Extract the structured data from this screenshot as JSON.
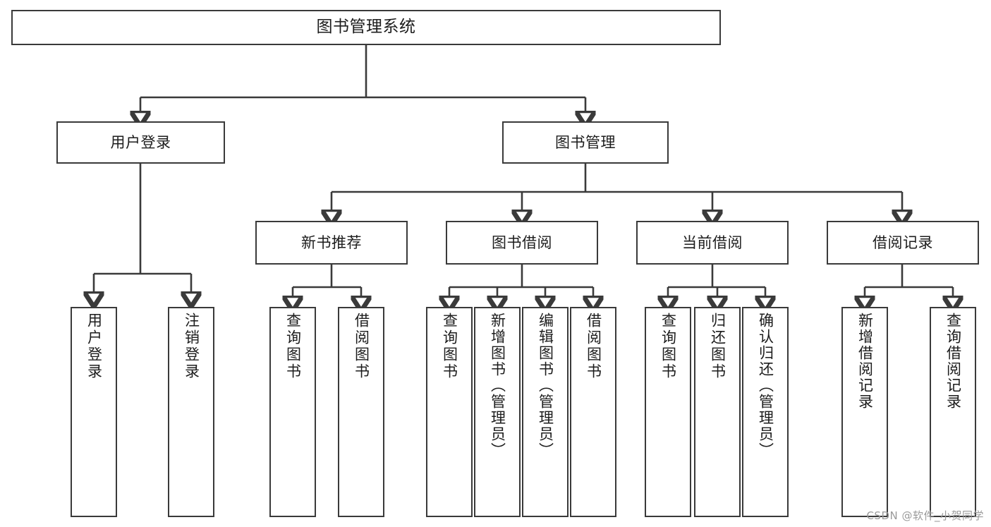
{
  "diagram": {
    "title": "图书管理系统",
    "watermark": "CSDN @软件_小贺同学",
    "line_color": "#3a3a3a",
    "box_fill": "#ffffff",
    "text_color": "#1c1c1c",
    "root": {
      "label": "图书管理系统"
    },
    "level2": [
      {
        "label": "用户登录"
      },
      {
        "label": "图书管理"
      }
    ],
    "level3": [
      {
        "label": "新书推荐"
      },
      {
        "label": "图书借阅"
      },
      {
        "label": "当前借阅"
      },
      {
        "label": "借阅记录"
      }
    ],
    "leaves": {
      "user_login": [
        {
          "label": "用户登录"
        },
        {
          "label": "注销登录"
        }
      ],
      "new_book": [
        {
          "label": "查询图书"
        },
        {
          "label": "借阅图书"
        }
      ],
      "book_borrow": [
        {
          "label": "查询图书"
        },
        {
          "label": "新增图书（管理员）"
        },
        {
          "label": "编辑图书（管理员）"
        },
        {
          "label": "借阅图书"
        }
      ],
      "current_borrow": [
        {
          "label": "查询图书"
        },
        {
          "label": "归还图书"
        },
        {
          "label": "确认归还（管理员）"
        }
      ],
      "borrow_record": [
        {
          "label": "新增借阅记录"
        },
        {
          "label": "查询借阅记录"
        }
      ]
    }
  },
  "chart_data": {
    "type": "table",
    "title": "图书管理系统 功能结构图",
    "nodes": [
      {
        "id": "root",
        "label": "图书管理系统",
        "level": 1,
        "parent": null
      },
      {
        "id": "n-user-login",
        "label": "用户登录",
        "level": 2,
        "parent": "root"
      },
      {
        "id": "n-book-mgmt",
        "label": "图书管理",
        "level": 2,
        "parent": "root"
      },
      {
        "id": "n-new-book",
        "label": "新书推荐",
        "level": 3,
        "parent": "n-book-mgmt"
      },
      {
        "id": "n-book-borrow",
        "label": "图书借阅",
        "level": 3,
        "parent": "n-book-mgmt"
      },
      {
        "id": "n-current-borrow",
        "label": "当前借阅",
        "level": 3,
        "parent": "n-book-mgmt"
      },
      {
        "id": "n-borrow-record",
        "label": "借阅记录",
        "level": 3,
        "parent": "n-book-mgmt"
      },
      {
        "id": "l1",
        "label": "用户登录",
        "level": 4,
        "parent": "n-user-login"
      },
      {
        "id": "l2",
        "label": "注销登录",
        "level": 4,
        "parent": "n-user-login"
      },
      {
        "id": "l3",
        "label": "查询图书",
        "level": 4,
        "parent": "n-new-book"
      },
      {
        "id": "l4",
        "label": "借阅图书",
        "level": 4,
        "parent": "n-new-book"
      },
      {
        "id": "l5",
        "label": "查询图书",
        "level": 4,
        "parent": "n-book-borrow"
      },
      {
        "id": "l6",
        "label": "新增图书（管理员）",
        "level": 4,
        "parent": "n-book-borrow"
      },
      {
        "id": "l7",
        "label": "编辑图书（管理员）",
        "level": 4,
        "parent": "n-book-borrow"
      },
      {
        "id": "l8",
        "label": "借阅图书",
        "level": 4,
        "parent": "n-book-borrow"
      },
      {
        "id": "l9",
        "label": "查询图书",
        "level": 4,
        "parent": "n-current-borrow"
      },
      {
        "id": "l10",
        "label": "归还图书",
        "level": 4,
        "parent": "n-current-borrow"
      },
      {
        "id": "l11",
        "label": "确认归还（管理员）",
        "level": 4,
        "parent": "n-current-borrow"
      },
      {
        "id": "l12",
        "label": "新增借阅记录",
        "level": 4,
        "parent": "n-borrow-record"
      },
      {
        "id": "l13",
        "label": "查询借阅记录",
        "level": 4,
        "parent": "n-borrow-record"
      }
    ]
  }
}
